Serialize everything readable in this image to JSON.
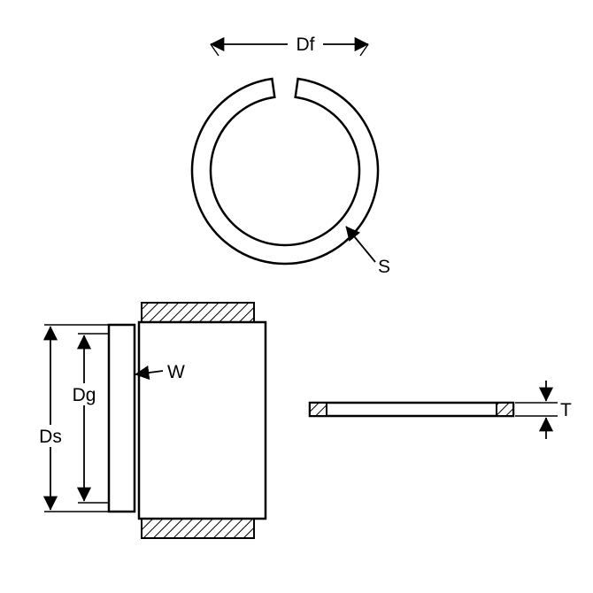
{
  "diagram": {
    "labels": {
      "free_diameter": "Df",
      "section": "S",
      "groove_diameter": "Dg",
      "shaft_diameter": "Ds",
      "width": "W",
      "thickness": "T"
    },
    "colors": {
      "line": "#000000",
      "background": "#ffffff"
    }
  }
}
